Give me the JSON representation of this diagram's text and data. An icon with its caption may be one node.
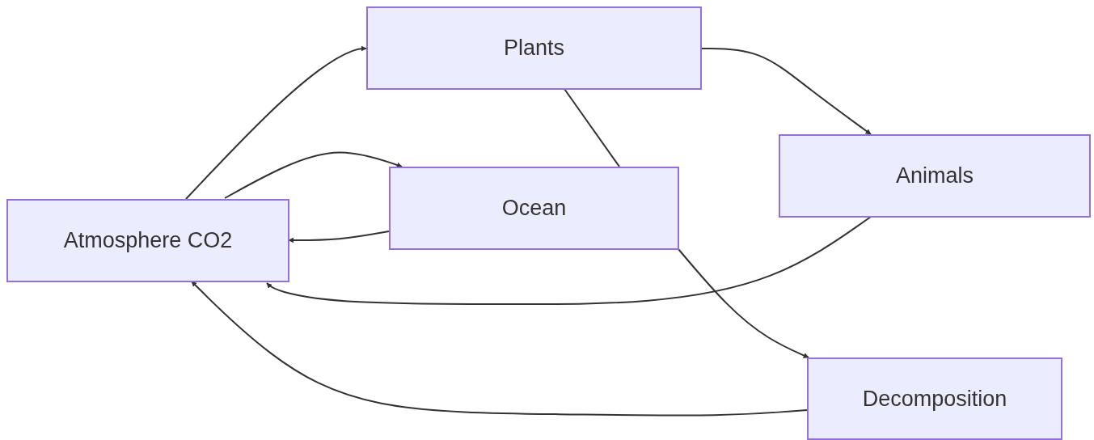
{
  "diagram": {
    "nodes": [
      {
        "text": [
          "Atmosphere CO2"
        ]
      },
      {
        "text": [
          "Plants"
        ]
      },
      {
        "text": [
          "Ocean"
        ]
      },
      {
        "text": [
          "Animals"
        ]
      },
      {
        "text": [
          "Decomposition"
        ]
      }
    ],
    "edges": [
      {
        "from": 0,
        "to": 1,
        "arrow": "to"
      },
      {
        "from": 0,
        "to": 2,
        "arrow": "to"
      },
      {
        "from": 2,
        "to": 0,
        "arrow": "to"
      },
      {
        "from": 1,
        "to": 3,
        "arrow": "to"
      },
      {
        "from": 1,
        "to": 2,
        "arrow": "none"
      },
      {
        "from": 2,
        "to": 4,
        "arrow": "to"
      },
      {
        "from": 3,
        "to": 0,
        "arrow": "to"
      },
      {
        "from": 4,
        "to": 0,
        "arrow": "to"
      }
    ]
  }
}
